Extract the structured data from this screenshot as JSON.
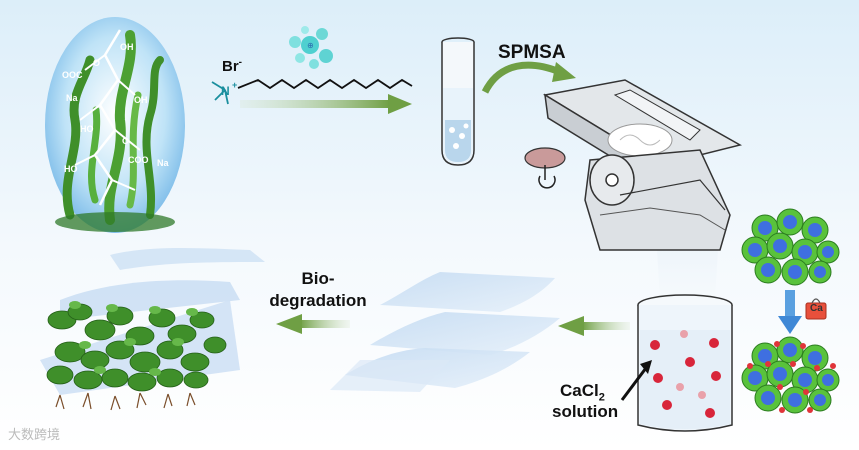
{
  "labels": {
    "bromide": "Br",
    "bromide_charge": "-",
    "spmsa": "SPMSA",
    "bio_line1": "Bio-",
    "bio_line2": "degradation",
    "cacl2_main": "CaCl",
    "cacl2_sub": "2",
    "solution": "solution",
    "ca_ion": "Ca",
    "watermark": "大数跨境"
  },
  "alginate_labels": {
    "oh1": "OH",
    "ooc": "OOC",
    "na1": "Na",
    "o1": "O",
    "oh2": "OH",
    "ho1": "HO",
    "o2": "O",
    "coo": "COO",
    "na2": "Na",
    "ho2": "HO"
  },
  "surfactant_labels": {
    "nitrogen": "N",
    "plus": "+"
  },
  "colors": {
    "arrow_green": "#7fae4f",
    "leaf_green": "#3f8f2a",
    "droplet_red": "#d8253a",
    "droplet_pink": "#e9a1aa",
    "film_blue": "#cfe1f5",
    "micelle_blue": "#3f6fe0",
    "micelle_green": "#59c23c"
  }
}
